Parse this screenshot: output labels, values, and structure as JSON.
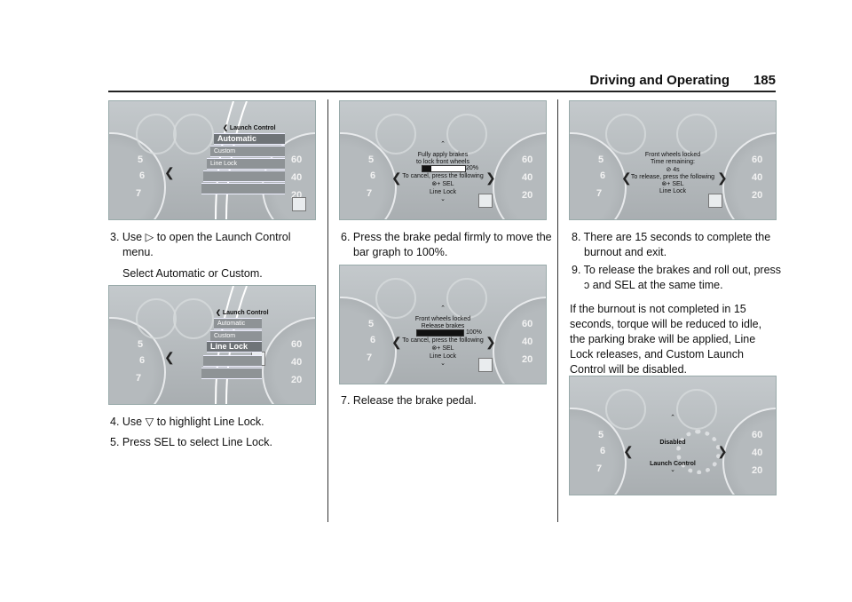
{
  "header": {
    "section": "Driving and Operating",
    "page_number": "185"
  },
  "col1": {
    "fig1": {
      "back_label": "Launch Control",
      "items": [
        "Automatic",
        "Custom",
        "Line Lock"
      ]
    },
    "step3": "3. Use",
    "step3_rest": "to open the Launch Control menu.",
    "step3_sub": "Select Automatic or Custom.",
    "fig2": {
      "back_label": "Launch Control",
      "items": [
        "Automatic",
        "Custom",
        "Line Lock"
      ]
    },
    "step4": "4. Use",
    "step4_rest": "to highlight Line Lock.",
    "step5": "5. Press SEL to select Line Lock."
  },
  "col2": {
    "fig3": {
      "line1": "Fully apply brakes",
      "line2": "to lock front wheels",
      "pct": "20%",
      "cancel": "To cancel, press the following",
      "sel": "+ SEL",
      "mode": "Line Lock",
      "progress": 0.2
    },
    "step6": "6. Press the brake pedal firmly to move the bar graph to 100%.",
    "fig4": {
      "line1": "Front wheels locked",
      "line2": "Release brakes",
      "pct": "100%",
      "cancel": "To cancel, press the following",
      "sel": "+ SEL",
      "mode": "Line Lock",
      "progress": 1.0
    },
    "step7": "7. Release the brake pedal."
  },
  "col3": {
    "fig5": {
      "line1": "Front wheels locked",
      "line2": "Time remaining:",
      "time": "4s",
      "release": "To release, press the following",
      "sel": "+ SEL",
      "mode": "Line Lock"
    },
    "step8": "8. There are 15 seconds to complete the burnout and exit.",
    "step9": "9. To release the brakes and roll out, press",
    "step9_rest": "and SEL at the same time.",
    "para": "If the burnout is not completed in 15 seconds, torque will be reduced to idle, the parking brake will be applied, Line Lock releases, and Custom Launch Control will be disabled.",
    "fig6": {
      "status": "Disabled",
      "mode": "Launch Control"
    }
  }
}
